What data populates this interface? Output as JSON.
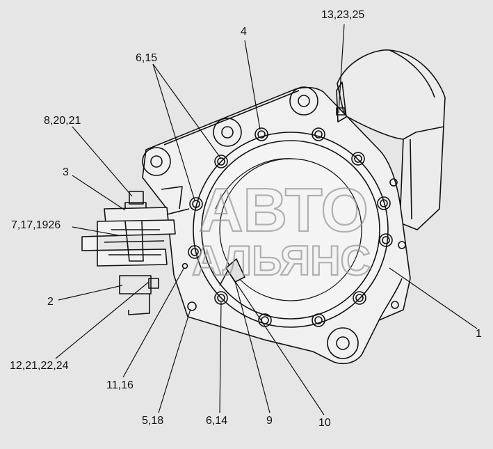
{
  "callouts": [
    {
      "id": "c-13-23-25",
      "text": "13,23,25"
    },
    {
      "id": "c-4",
      "text": "4"
    },
    {
      "id": "c-6-15",
      "text": "6,15"
    },
    {
      "id": "c-8-20-21",
      "text": "8,20,21"
    },
    {
      "id": "c-3",
      "text": "3"
    },
    {
      "id": "c-7-17-1926",
      "text": "7,17,1926"
    },
    {
      "id": "c-2",
      "text": "2"
    },
    {
      "id": "c-12-21-22-24",
      "text": "12,21,22,24"
    },
    {
      "id": "c-11-16",
      "text": "11,16"
    },
    {
      "id": "c-5-18",
      "text": "5,18"
    },
    {
      "id": "c-6-14",
      "text": "6,14"
    },
    {
      "id": "c-9",
      "text": "9"
    },
    {
      "id": "c-10",
      "text": "10"
    },
    {
      "id": "c-1",
      "text": "1"
    }
  ],
  "watermark": {
    "line1": "АВТО",
    "line2": "АЛЬЯНС"
  },
  "colors": {
    "background": "#e6e6e6",
    "stroke": "#111111",
    "watermark": "#9a9a9a"
  }
}
